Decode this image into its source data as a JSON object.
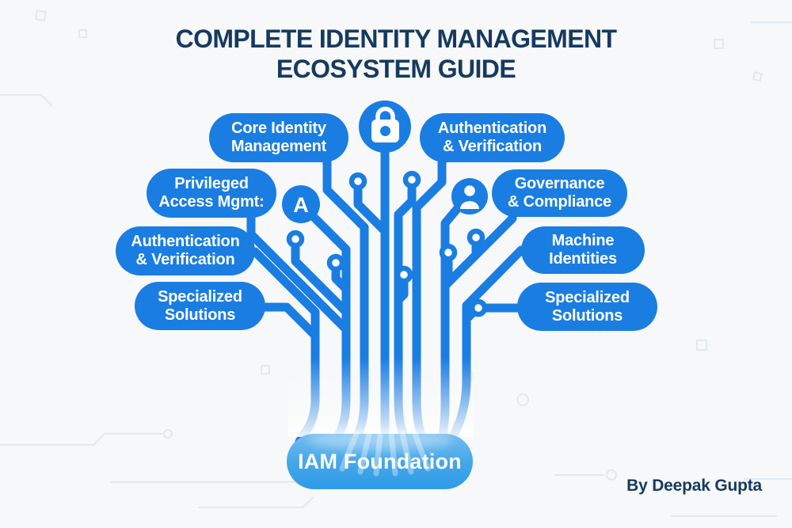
{
  "title": {
    "line1": "COMPLETE IDENTITY MANAGEMENT",
    "line2": "ECOSYSTEM GUIDE"
  },
  "nodes": {
    "core_identity": "Core Identity\nManagement",
    "auth_verification_right": "Authentication\n& Verification",
    "privileged_access": "Privileged\nAccess Mgmt:",
    "governance_compliance": "Governance\n& Compliance",
    "auth_verification_left": "Authentication\n& Verification",
    "machine_identities": "Machine\nIdentities",
    "specialized_left": "Specialized\nSolutions",
    "specialized_right": "Specialized\nSolutions"
  },
  "foundation": {
    "label": "IAM Foundation"
  },
  "byline": "By Deepak Gupta",
  "badges": {
    "access_letter": "A"
  },
  "icons": {
    "center": "lock-icon",
    "governance_badge": "user-icon",
    "access_badge": "letter-a-badge",
    "terminals": "circuit-ring-node"
  },
  "colors": {
    "primary": "#1a7de2",
    "navy": "#163a5f",
    "foundation_gradient_top": "#72bbee",
    "foundation_gradient_bottom": "#2f9be7",
    "background": "#f7f8f9",
    "text_on_blue": "#ffffff"
  }
}
